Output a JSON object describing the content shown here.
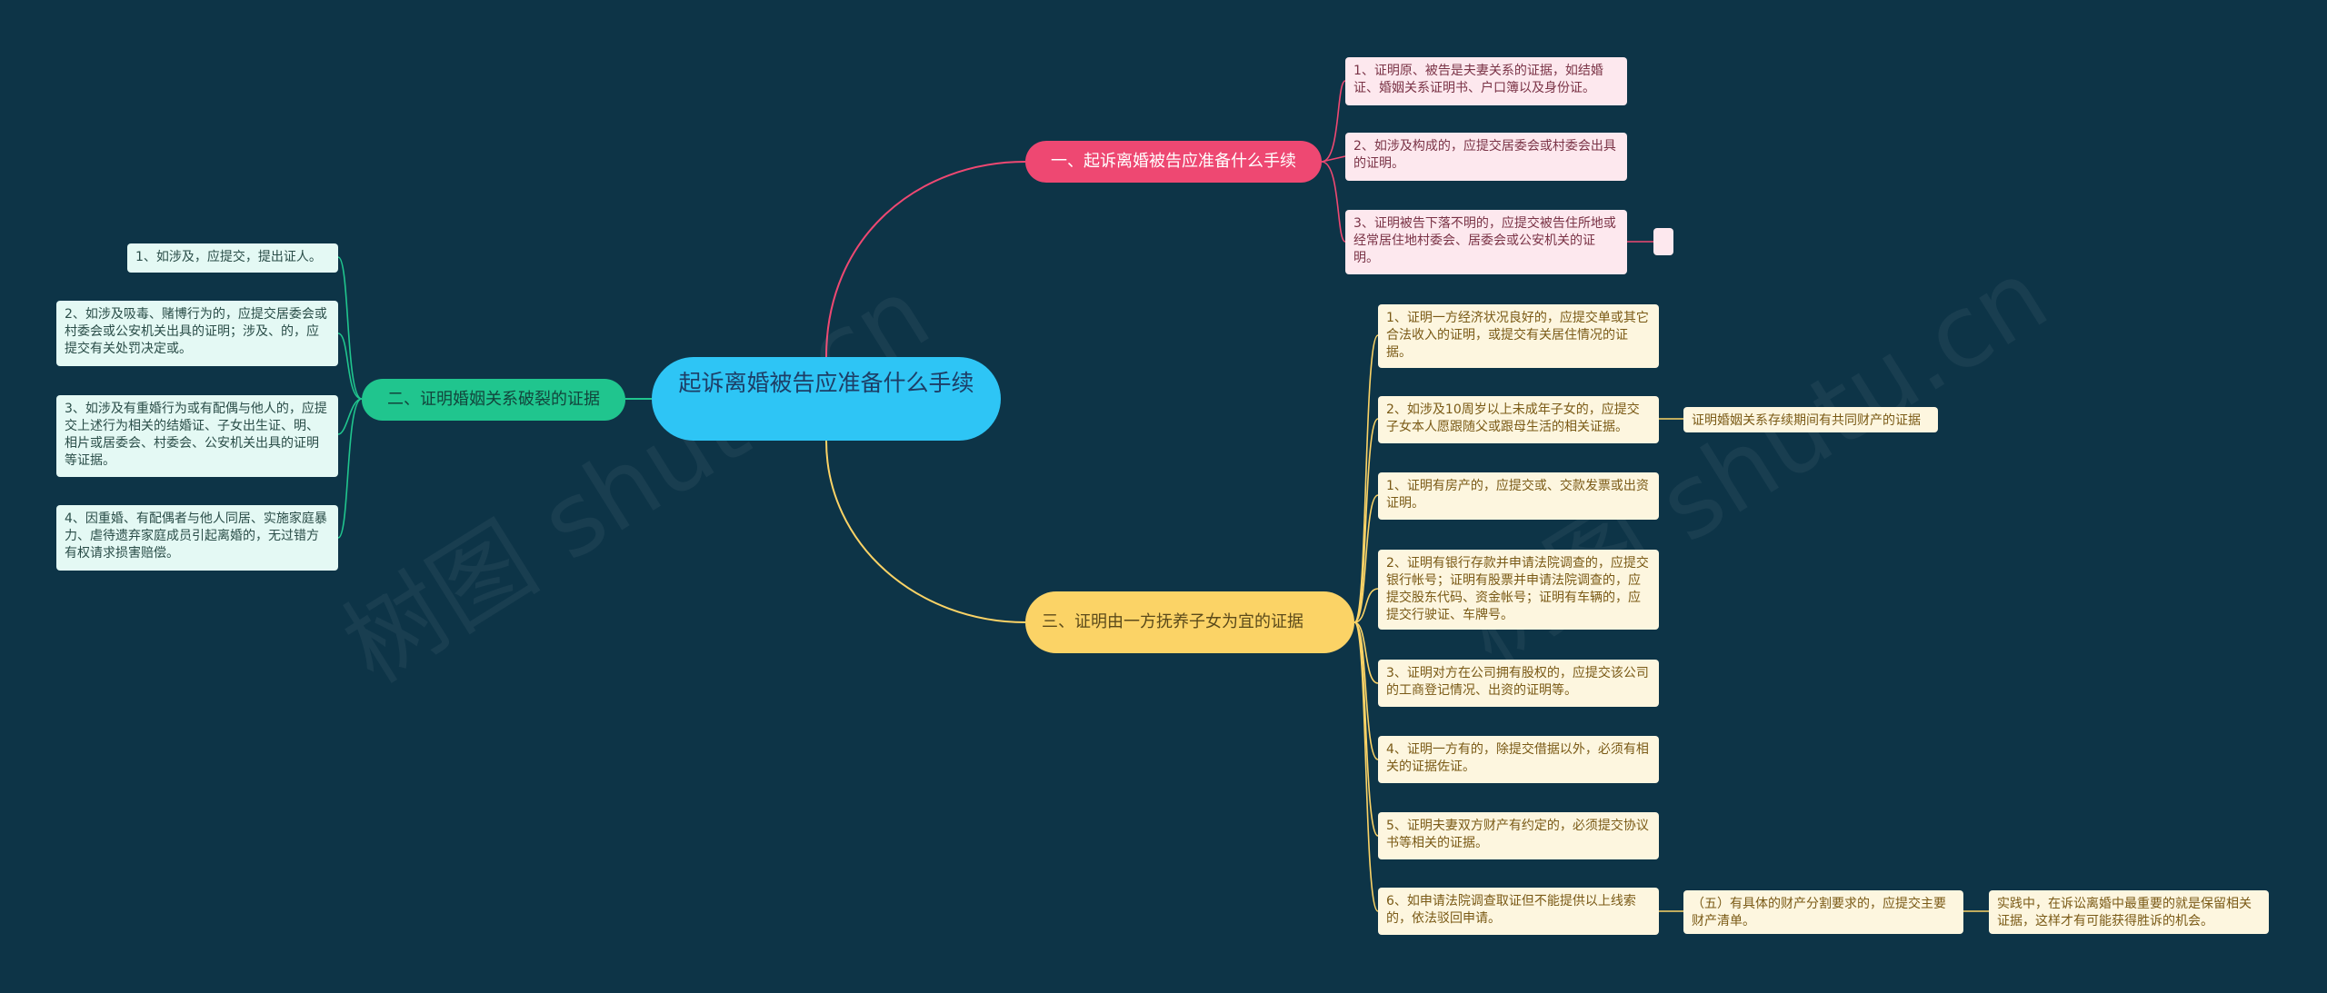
{
  "center": {
    "title": "起诉离婚被告应准备什么手续"
  },
  "branch1": {
    "label": "一、起诉离婚被告应准备什么手续",
    "items": [
      "1、证明原、被告是夫妻关系的证据，如结婚证、婚姻关系证明书、户口簿以及身份证。",
      "2、如涉及构成的，应提交居委会或村委会出具的证明。",
      "3、证明被告下落不明的，应提交被告住所地或经常居住地村委会、居委会或公安机关的证明。"
    ]
  },
  "branch2": {
    "label": "二、证明婚姻关系破裂的证据",
    "items": [
      "1、如涉及，应提交，提出证人。",
      "2、如涉及吸毒、赌博行为的，应提交居委会或村委会或公安机关出具的证明；涉及、的，应提交有关处罚决定或。",
      "3、如涉及有重婚行为或有配偶与他人的，应提交上述行为相关的结婚证、子女出生证、明、相片或居委会、村委会、公安机关出具的证明等证据。",
      "4、因重婚、有配偶者与他人同居、实施家庭暴力、虐待遗弃家庭成员引起离婚的，无过错方有权请求损害赔偿。"
    ]
  },
  "branch3": {
    "label": "三、证明由一方抚养子女为宜的证据",
    "items": [
      "1、证明一方经济状况良好的，应提交单或其它合法收入的证明，或提交有关居住情况的证据。",
      "2、如涉及10周岁以上未成年子女的，应提交子女本人愿跟随父或跟母生活的相关证据。",
      "1、证明有房产的，应提交或、交款发票或出资证明。",
      "2、证明有银行存款并申请法院调查的，应提交银行帐号；证明有股票并申请法院调查的，应提交股东代码、资金帐号；证明有车辆的，应提交行驶证、车牌号。",
      "3、证明对方在公司拥有股权的，应提交该公司的工商登记情况、出资的证明等。",
      "4、证明一方有的，除提交借据以外，必须有相关的证据佐证。",
      "5、证明夫妻双方财产有约定的，必须提交协议书等相关的证据。",
      "6、如申请法院调查取证但不能提供以上线索的，依法驳回申请。"
    ],
    "sub_item2": "证明婚姻关系存续期间有共同财产的证据",
    "sub_item8": "（五）有具体的财产分割要求的，应提交主要财产清单。",
    "sub_item8_child": "实践中，在诉讼离婚中最重要的就是保留相关证据，这样才有可能获得胜诉的机会。"
  },
  "watermark": {
    "text1": "树图 shutu.cn",
    "text2": "树图 shutu.cn"
  },
  "colors": {
    "background": "#0d3447",
    "center": "#2ec5f5",
    "branch1": "#ee4872",
    "branch2": "#20c58e",
    "branch3": "#fbd366"
  }
}
